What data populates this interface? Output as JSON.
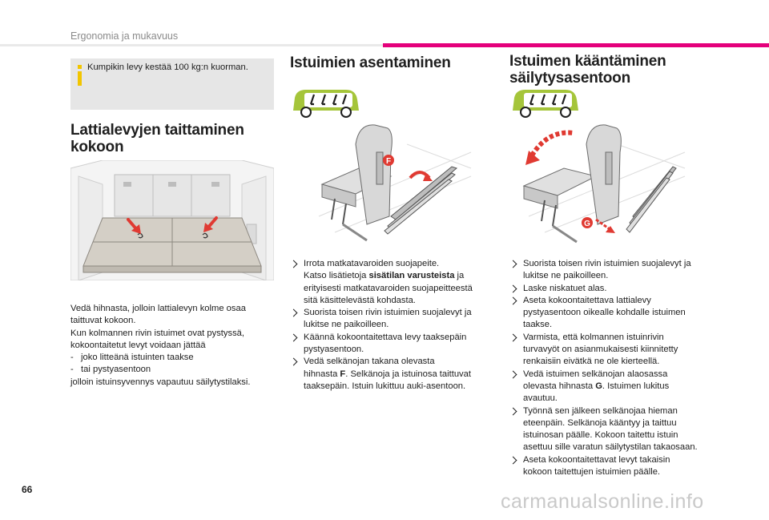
{
  "header": {
    "section_title": "Ergonomia ja mukavuus"
  },
  "page_number": "66",
  "watermark": "carmanualsonline.info",
  "info_box": {
    "text": "Kumpikin levy kestää 100 kg:n kuorman."
  },
  "col1": {
    "heading_line1": "Lattialevyjen taittaminen",
    "heading_line2": "kokoon",
    "para1_line1": "Vedä hihnasta, jolloin lattialevyn kolme osaa",
    "para1_line2": "taittuvat kokoon.",
    "para2_line1": "Kun kolmannen rivin istuimet ovat pystyssä,",
    "para2_line2": "kokoontaitetut levyt voidaan jättää",
    "dash1": "-   joko litteänä istuinten taakse",
    "dash2": "-   tai pystyasentoon",
    "para3": "jolloin istuinsyvennys vapautuu säilytystilaksi."
  },
  "col2": {
    "heading": "Istuimien asentaminen",
    "figure_label": "F",
    "steps": [
      {
        "lines": [
          "Irrota matkatavaroiden suojapeite."
        ],
        "extra_pre": "Katso lisätietoja ",
        "extra_bold": "sisätilan varusteista",
        "extra_post": " ja",
        "extra_lines": [
          "erityisesti matkatavaroiden suojapeitteestä",
          "sitä käsittelevästä kohdasta."
        ]
      },
      {
        "lines": [
          "Suorista toisen rivin istuimien suojalevyt ja",
          "lukitse ne paikoilleen."
        ]
      },
      {
        "lines": [
          "Käännä kokoontaitettava levy taaksepäin",
          "pystyasentoon."
        ]
      },
      {
        "lines": [
          "Vedä selkänojan takana olevasta"
        ],
        "pre": "hihnasta ",
        "bold": "F",
        "post": ". Selkänoja ja istuinosa taittuvat",
        "after": [
          "taaksepäin. Istuin lukittuu auki-asentoon."
        ]
      }
    ]
  },
  "col3": {
    "heading_line1": "Istuimen kääntäminen",
    "heading_line2": "säilytysasentoon",
    "figure_label": "G",
    "steps": [
      {
        "lines": [
          "Suorista toisen rivin istuimien suojalevyt ja",
          "lukitse ne paikoilleen."
        ]
      },
      {
        "lines": [
          "Laske niskatuet alas."
        ]
      },
      {
        "lines": [
          "Aseta kokoontaitettava lattialevy",
          "pystyasentoon oikealle kohdalle istuimen",
          "taakse."
        ]
      },
      {
        "lines": [
          "Varmista, että kolmannen istuinrivin",
          "turvavyöt on asianmukaisesti kiinnitetty",
          "renkaisiin eivätkä ne ole kierteellä."
        ]
      },
      {
        "lines": [
          "Vedä istuimen selkänojan alaosassa"
        ],
        "pre": "olevasta hihnasta ",
        "bold": "G",
        "post": ". Istuimen lukitus",
        "after": [
          "avautuu."
        ]
      },
      {
        "lines": [
          "Työnnä sen jälkeen selkänojaa hieman",
          "eteenpäin. Selkänoja kääntyy ja taittuu",
          "istuinosan päälle. Kokoon taitettu istuin",
          "asettuu sille varatun säilytystilan takaosaan."
        ]
      },
      {
        "lines": [
          "Aseta kokoontaitettavat levyt takaisin",
          "kokoon taitettujen istuimien päälle."
        ]
      }
    ]
  },
  "colors": {
    "accent_pink": "#e4007b",
    "car_green": "#a5c53a",
    "info_icon_yellow": "#f2c500",
    "arrow_red": "#e03a32"
  },
  "icons": [
    "info-icon",
    "car-seats-icon",
    "check-mark-icon"
  ]
}
